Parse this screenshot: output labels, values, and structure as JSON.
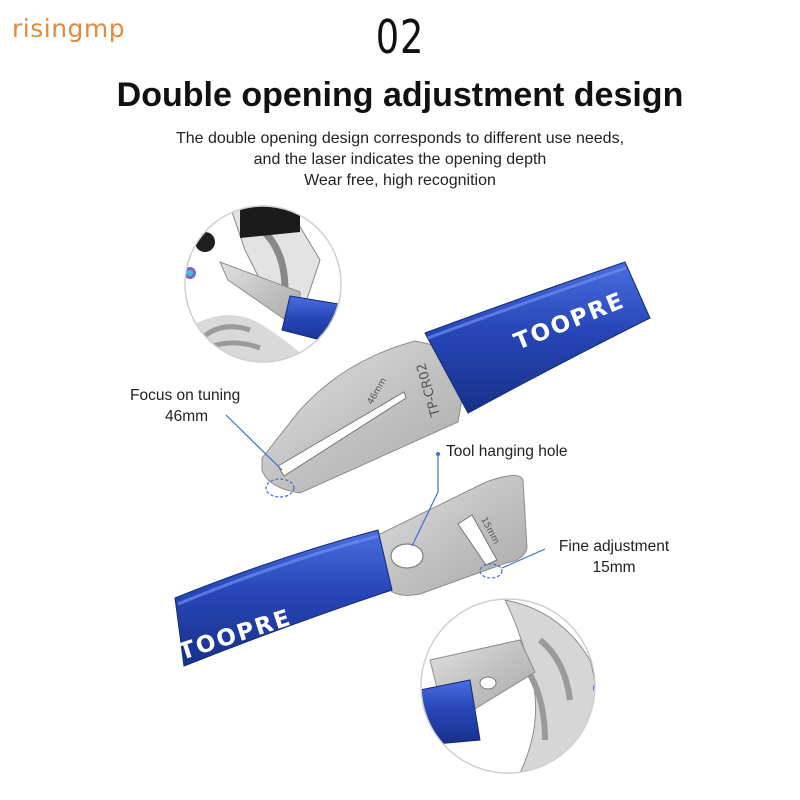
{
  "watermark": "risingmp",
  "section_number": "02",
  "title": "Double opening adjustment design",
  "description": [
    "The double opening design corresponds to different use needs,",
    "and the laser indicates the opening depth",
    "Wear free, high recognition"
  ],
  "callouts": {
    "focus_tuning": [
      "Focus on tuning",
      "46mm"
    ],
    "hanging_hole": "Tool hanging hole",
    "fine_adjustment": [
      "Fine adjustment",
      "15mm"
    ]
  },
  "tool_markings": {
    "brand": "TOOPRE",
    "model": "TP-CR02",
    "slot_long": "46mm",
    "slot_short": "15mm"
  },
  "colors": {
    "watermark": "#e48a3c",
    "handle_blue": "#2747b8",
    "handle_highlight": "#4a6ee0",
    "steel": "#c9c9c9",
    "callout_line": "#3f6fd1"
  }
}
